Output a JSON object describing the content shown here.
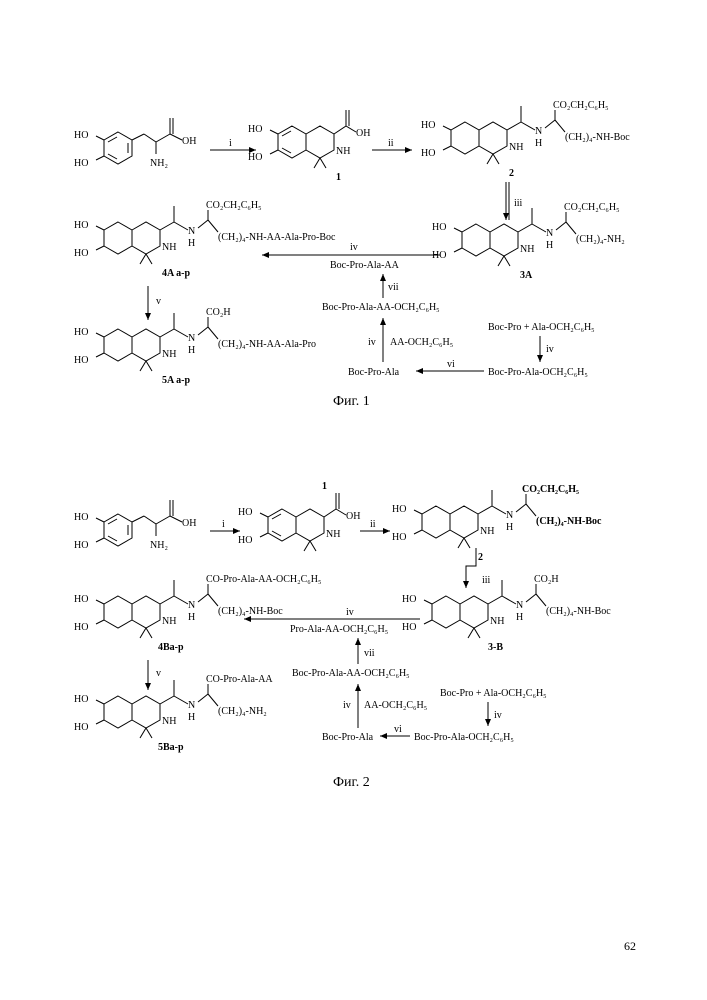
{
  "figure1": {
    "caption": "Фиг. 1",
    "steps": {
      "i": "i",
      "ii": "ii",
      "iii": "iii",
      "iv": "iv",
      "v": "v",
      "vi": "vi",
      "vii": "vii"
    },
    "dopa": {
      "ho1": "HO",
      "ho2": "HO",
      "oh": "OH",
      "nh2": "NH₂"
    },
    "c1": {
      "ho1": "HO",
      "ho2": "HO",
      "oh": "OH",
      "nh": "NH",
      "label": "1"
    },
    "c2": {
      "ho1": "HO",
      "ho2": "HO",
      "nh": "NH",
      "amide_nh": "N",
      "amide_h": "H",
      "ester": "CO₂CH₂C₆H₅",
      "chain": "(CH₂)₄-NH-Boc",
      "label": "2"
    },
    "c3A": {
      "ho1": "HO",
      "ho2": "HO",
      "nh": "NH",
      "amide_nh": "N",
      "amide_h": "H",
      "ester": "CO₂CH₂C₆H₅",
      "chain": "(CH₂)₄-NH₂",
      "label": "3A"
    },
    "c4A": {
      "ho1": "HO",
      "ho2": "HO",
      "nh": "NH",
      "amide_nh": "N",
      "amide_h": "H",
      "ester": "CO₂CH₂C₆H₅",
      "chain": "(CH₂)₄-NH-AA-Ala-Pro-Boc",
      "label": "4A a-p"
    },
    "c5A": {
      "ho1": "HO",
      "ho2": "HO",
      "nh": "NH",
      "amide_nh": "N",
      "amide_h": "H",
      "acid": "CO₂H",
      "chain": "(CH₂)₄-NH-AA-Ala-Pro",
      "label": "5A a-p"
    },
    "peptides": {
      "boc_pro_ala_aa": "Boc-Pro-Ala-AA",
      "boc_pro_ala_aa_obn": "Boc-Pro-Ala-AA-OCH₂C₆H₅",
      "aa_obn": "AA-OCH₂C₆H₅",
      "boc_pro_ala": "Boc-Pro-Ala",
      "boc_pro_ala_obn": "Boc-Pro-Ala-OCH₂C₆H₅",
      "boc_pro_plus_ala": "Boc-Pro + Ala-OCH₂C₆H₅"
    }
  },
  "figure2": {
    "caption": "Фиг. 2",
    "steps": {
      "i": "i",
      "ii": "ii",
      "iii": "iii",
      "iv": "iv",
      "v": "v",
      "vi": "vi",
      "vii": "vii"
    },
    "dopa": {
      "ho1": "HO",
      "ho2": "HO",
      "oh": "OH",
      "nh2": "NH₂"
    },
    "c1": {
      "ho1": "HO",
      "ho2": "HO",
      "oh": "OH",
      "nh": "NH",
      "label": "1"
    },
    "c2": {
      "ho1": "HO",
      "ho2": "HO",
      "nh": "NH",
      "amide_nh": "N",
      "amide_h": "H",
      "ester": "CO₂CH₂C₆H₅",
      "chain": "(CH₂)₄-NH-Boc",
      "label": "2"
    },
    "c3B": {
      "ho1": "HO",
      "ho2": "HO",
      "nh": "NH",
      "amide_nh": "N",
      "amide_h": "H",
      "acid": "CO₂H",
      "chain": "(CH₂)₄-NH-Boc",
      "label": "3-B"
    },
    "c4B": {
      "ho1": "HO",
      "ho2": "HO",
      "nh": "NH",
      "amide_nh": "N",
      "amide_h": "H",
      "co": "CO-Pro-Ala-AA-OCH₂C₆H₅",
      "chain": "(CH₂)₄-NH-Boc",
      "label": "4Ba-p"
    },
    "c5B": {
      "ho1": "HO",
      "ho2": "HO",
      "nh": "NH",
      "amide_nh": "N",
      "amide_h": "H",
      "co": "CO-Pro-Ala-AA",
      "chain": "(CH₂)₄-NH₂",
      "label": "5Ba-p"
    },
    "peptides": {
      "pro_ala_aa_obn": "Pro-Ala-AA-OCH₂C₆H₅",
      "boc_pro_ala_aa_obn": "Boc-Pro-Ala-AA-OCH₂C₆H₅",
      "aa_obn": "AA-OCH₂C₆H₅",
      "boc_pro_ala": "Boc-Pro-Ala",
      "boc_pro_ala_obn": "Boc-Pro-Ala-OCH₂C₆H₅",
      "boc_pro_plus_ala": "Boc-Pro + Ala-OCH₂C₆H₅"
    }
  },
  "page_number": "62"
}
